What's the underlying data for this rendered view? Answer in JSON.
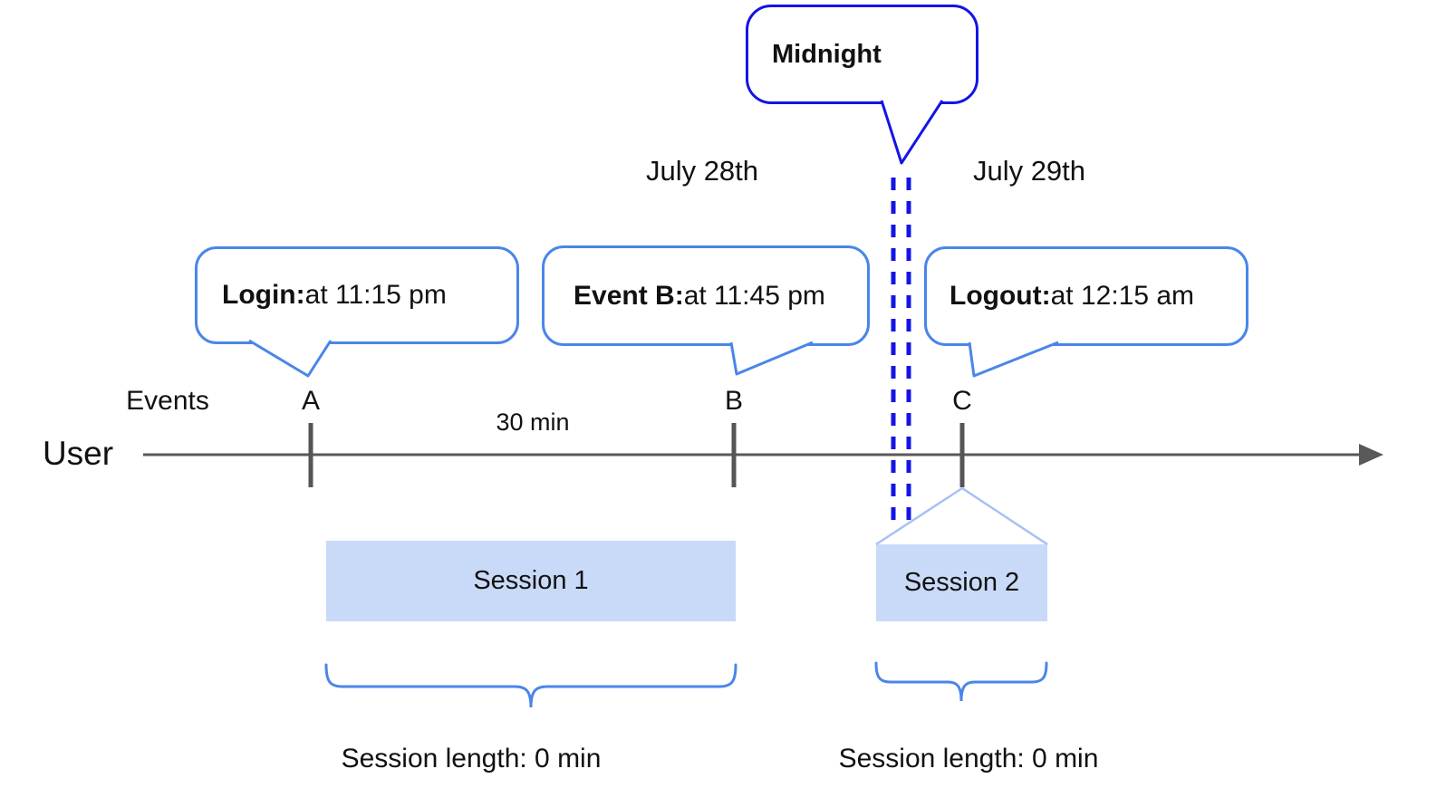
{
  "colors": {
    "midnight_blue": "#1414e6",
    "callout_blue": "#4a86e8",
    "session_fill": "#c9daf8",
    "roof_blue": "#a4c2f4",
    "axis_gray": "#595959",
    "text_black": "#111111"
  },
  "midnight_callout": {
    "label": "Midnight"
  },
  "dates": {
    "left_label": "July 28th",
    "right_label": "July 29th"
  },
  "axis": {
    "row_label": "Events",
    "user_label": "User",
    "interval_label": "30 min"
  },
  "events": [
    {
      "id": "A",
      "callout_title": "Login:",
      "callout_detail": "at 11:15 pm"
    },
    {
      "id": "B",
      "callout_title": "Event B:",
      "callout_detail": "at 11:45 pm"
    },
    {
      "id": "C",
      "callout_title": "Logout:",
      "callout_detail": "at 12:15 am"
    }
  ],
  "sessions": [
    {
      "label": "Session 1",
      "length_label": "Session length: 0 min"
    },
    {
      "label": "Session 2",
      "length_label": "Session length: 0 min"
    }
  ]
}
